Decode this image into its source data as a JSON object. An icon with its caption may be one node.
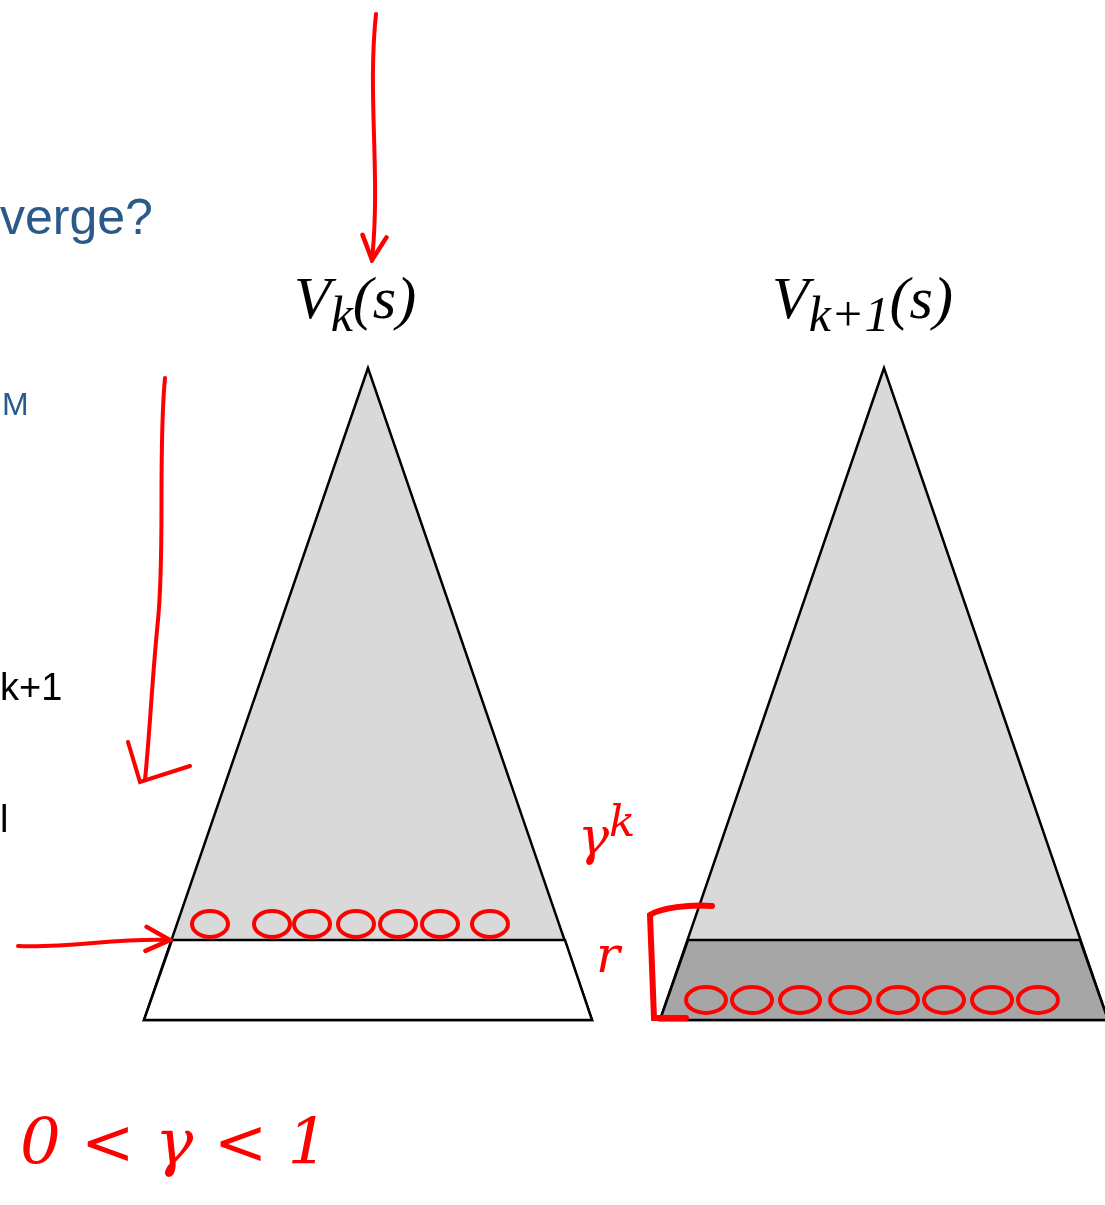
{
  "diagram": {
    "nodes": [
      {
        "text": [
          "V$_{k}$(s)"
        ]
      },
      {
        "text": [],
        "shape": "bar",
        "in": 0
      },
      {
        "text": [
          "V$_{k+1}$(s)"
        ]
      },
      {
        "text": [],
        "shape": "bar",
        "in": 2
      }
    ],
    "edges": [
      {
        "from": null,
        "to": 0,
        "arrow": "to",
        "color": "#ff0000"
      },
      {
        "from": null,
        "to": 1,
        "arrow": "to",
        "color": "#ff0000"
      }
    ],
    "labels": [
      "verge?",
      "M",
      "k+1",
      "l",
      "γ$^{k}$",
      "r",
      "0 < γ < 1"
    ]
  }
}
